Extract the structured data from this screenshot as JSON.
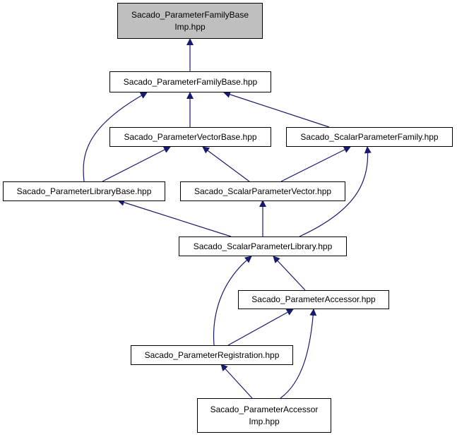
{
  "graph": {
    "edge_color": "#191970",
    "current_fill": "#bfbfbf",
    "nodes": {
      "family_base_imp": {
        "lines": [
          "Sacado_ParameterFamilyBase",
          "Imp.hpp"
        ]
      },
      "family_base": {
        "lines": [
          "Sacado_ParameterFamilyBase.hpp"
        ]
      },
      "vector_base": {
        "lines": [
          "Sacado_ParameterVectorBase.hpp"
        ]
      },
      "scalar_family": {
        "lines": [
          "Sacado_ScalarParameterFamily.hpp"
        ]
      },
      "library_base": {
        "lines": [
          "Sacado_ParameterLibraryBase.hpp"
        ]
      },
      "scalar_vector": {
        "lines": [
          "Sacado_ScalarParameterVector.hpp"
        ]
      },
      "scalar_library": {
        "lines": [
          "Sacado_ScalarParameterLibrary.hpp"
        ]
      },
      "accessor": {
        "lines": [
          "Sacado_ParameterAccessor.hpp"
        ]
      },
      "registration": {
        "lines": [
          "Sacado_ParameterRegistration.hpp"
        ]
      },
      "accessor_imp": {
        "lines": [
          "Sacado_ParameterAccessor",
          "Imp.hpp"
        ]
      }
    }
  }
}
